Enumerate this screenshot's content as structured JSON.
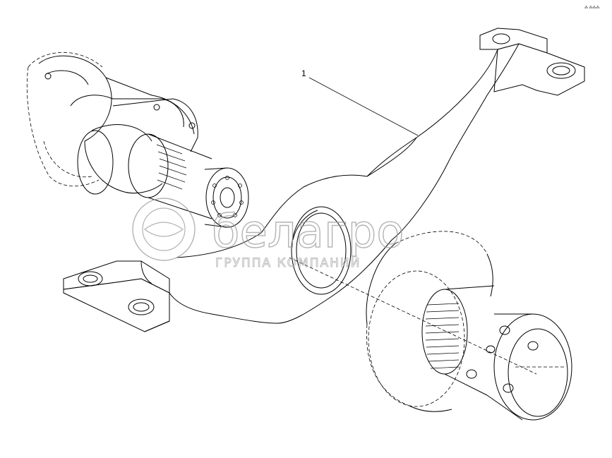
{
  "diagram": {
    "callout": "1",
    "corner_mark": "⁂ ⁂⁂⁂",
    "watermark": {
      "brand": "белагро",
      "subtitle": "ГРУППА КОМПАНИЙ"
    }
  }
}
